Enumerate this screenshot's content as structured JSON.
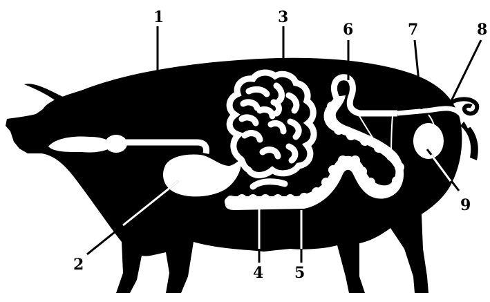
{
  "labels": {
    "l1": "1",
    "l2": "2",
    "l3": "3",
    "l4": "4",
    "l5": "5",
    "l6": "6",
    "l7": "7",
    "l8": "8",
    "l9": "9"
  },
  "colors": {
    "silhouette": "#000000",
    "organs": "#ffffff",
    "background": "#ffffff"
  }
}
